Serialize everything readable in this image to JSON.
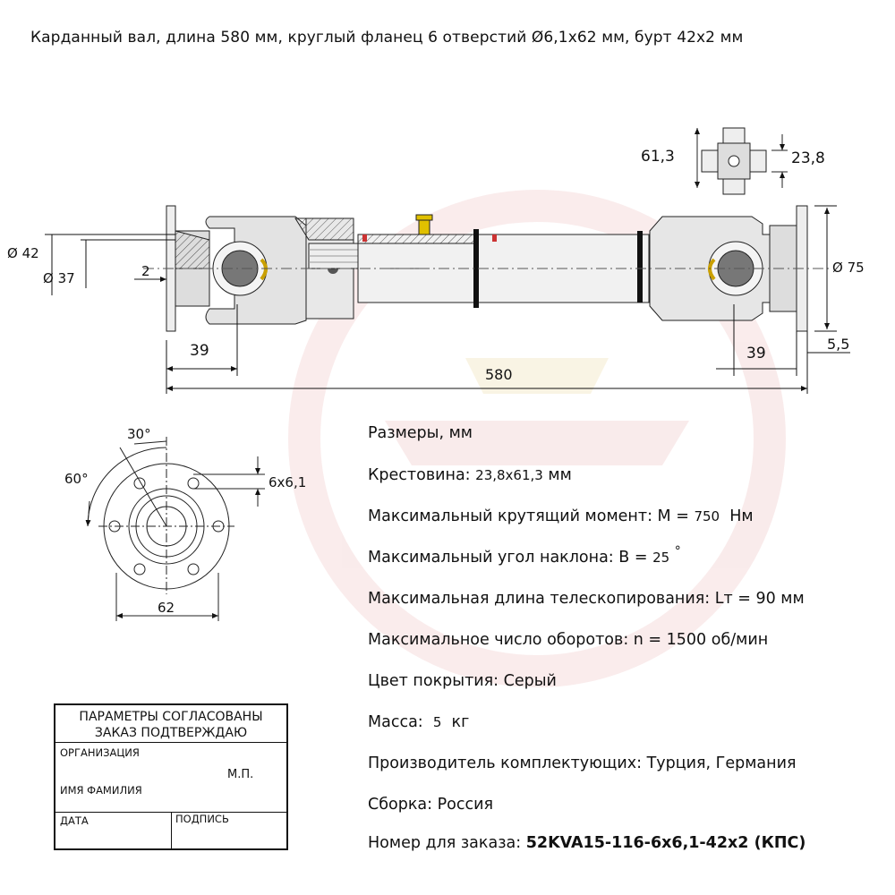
{
  "title": "Карданный вал, длина 580 мм, круглый фланец 6 отверстий  Ø6,1x62 мм, бурт 42x2 мм",
  "dims": {
    "cross_h": "61,3",
    "cross_w": "23,8",
    "d42": "Ø 42",
    "d37": "Ø 37",
    "two": "2",
    "d75": "Ø 75",
    "left39": "39",
    "right39": "39",
    "five5": "5,5",
    "len580": "580",
    "deg30": "30°",
    "deg60": "60°",
    "holes": "6x6,1",
    "pcd62": "62"
  },
  "specs": {
    "header": "Размеры, мм",
    "cross_label": "Крестовина:",
    "cross_value": "23,8x61,3",
    "cross_unit": "мм",
    "torque_label": "Максимальный крутящий момент: M =",
    "torque_value": "750",
    "torque_unit": "Нм",
    "angle_label": "Максимальный угол наклона: B =",
    "angle_value": "25",
    "angle_unit": "°",
    "tele": "Максимальная длина телескопирования: Lт = 90 мм",
    "rpm": "Максимальное число оборотов: n = 1500 об/мин",
    "color": "Цвет покрытия: Серый",
    "mass_label": "Масса:",
    "mass_value": "5",
    "mass_unit": "кг",
    "maker": "Производитель комплектующих:  Турция, Германия",
    "assembly": "Сборка: Россия",
    "order_label": "Номер для заказа:",
    "order_value": "52KVA15-116-6x6,1-42x2 (КПС)"
  },
  "stamp": {
    "line1": "ПАРАМЕТРЫ СОГЛАСОВАНЫ",
    "line2": "ЗАКАЗ ПОДТВЕРЖДАЮ",
    "org": "ОРГАНИЗАЦИЯ",
    "mp": "М.П.",
    "name": "ИМЯ ФАМИЛИЯ",
    "date": "ДАТА",
    "sign": "ПОДПИСЬ"
  }
}
